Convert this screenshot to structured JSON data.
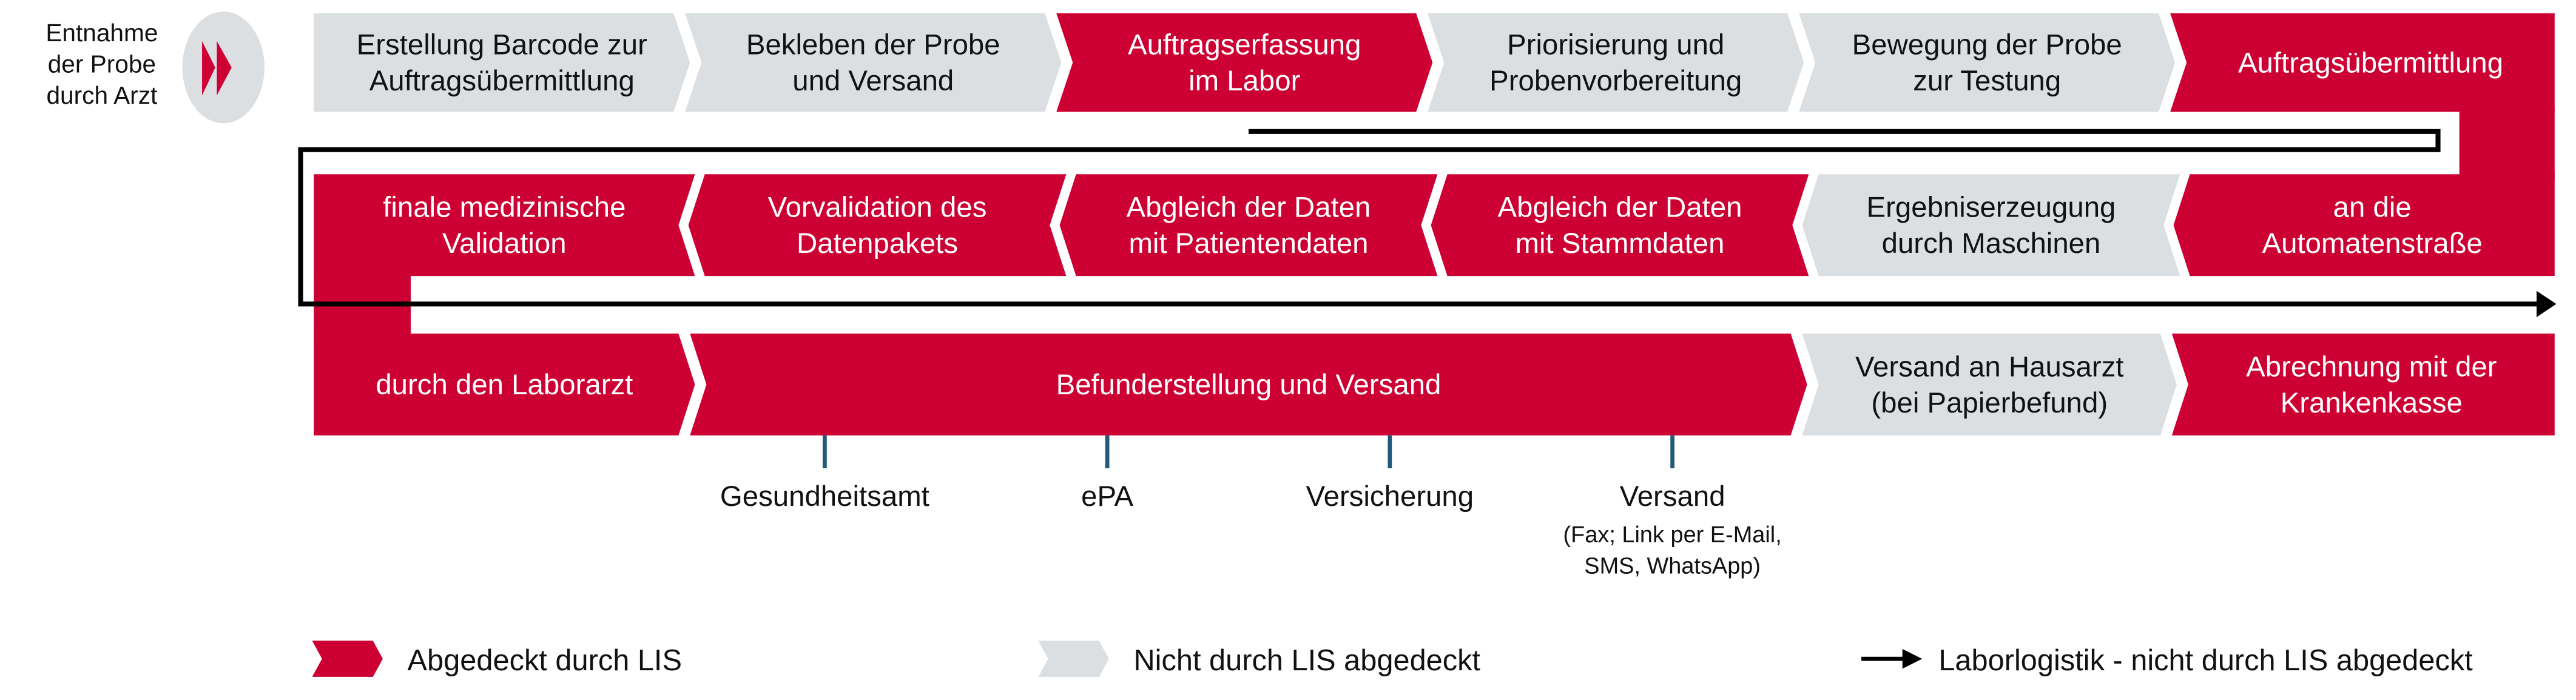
{
  "colors": {
    "covered": "#cc0033",
    "not_covered": "#dcdfe2",
    "logistics_line": "#000000",
    "tick": "#1f5a7a"
  },
  "start": {
    "label": [
      "Entnahme",
      "der Probe",
      "durch Arzt"
    ],
    "icon": "double-chevron-right-icon"
  },
  "row1": [
    {
      "lines": [
        "Erstellung Barcode zur",
        "Auftragsübermittlung"
      ],
      "covered": false
    },
    {
      "lines": [
        "Bekleben der Probe",
        "und Versand"
      ],
      "covered": false
    },
    {
      "lines": [
        "Auftragserfassung",
        "im Labor"
      ],
      "covered": true
    },
    {
      "lines": [
        "Priorisierung und",
        "Probenvorbereitung"
      ],
      "covered": false
    },
    {
      "lines": [
        "Bewegung der Probe",
        "zur Testung"
      ],
      "covered": false
    },
    {
      "lines": [
        "Auftragsübermittlung"
      ],
      "covered": true
    }
  ],
  "row2": [
    {
      "lines": [
        "finale medizinische",
        "Validation"
      ],
      "covered": true
    },
    {
      "lines": [
        "Vorvalidation des",
        "Datenpakets"
      ],
      "covered": true
    },
    {
      "lines": [
        "Abgleich der Daten",
        "mit Patientendaten"
      ],
      "covered": true
    },
    {
      "lines": [
        "Abgleich der Daten",
        "mit Stammdaten"
      ],
      "covered": true
    },
    {
      "lines": [
        "Ergebniserzeugung",
        "durch Maschinen"
      ],
      "covered": false
    },
    {
      "lines": [
        "an die",
        "Automatenstraße"
      ],
      "covered": true
    }
  ],
  "row3": [
    {
      "lines": [
        "durch den Laborarzt"
      ],
      "covered": true
    },
    {
      "lines": [
        "Befunderstellung und Versand"
      ],
      "covered": true
    },
    {
      "lines": [
        "Versand an Hausarzt",
        "(bei Papierbefund)"
      ],
      "covered": false
    },
    {
      "lines": [
        "Abrechnung mit der",
        "Krankenkasse"
      ],
      "covered": true
    }
  ],
  "recipients": [
    {
      "label": "Gesundheitsamt"
    },
    {
      "label": "ePA"
    },
    {
      "label": "Versicherung"
    },
    {
      "label": "Versand",
      "sub": [
        "(Fax; Link per E-Mail,",
        "SMS, WhatsApp)"
      ]
    }
  ],
  "legend": {
    "covered": "Abgedeckt durch LIS",
    "not_covered": "Nicht durch LIS abgedeckt",
    "logistics": "Laborlogistik - nicht durch LIS abgedeckt"
  }
}
